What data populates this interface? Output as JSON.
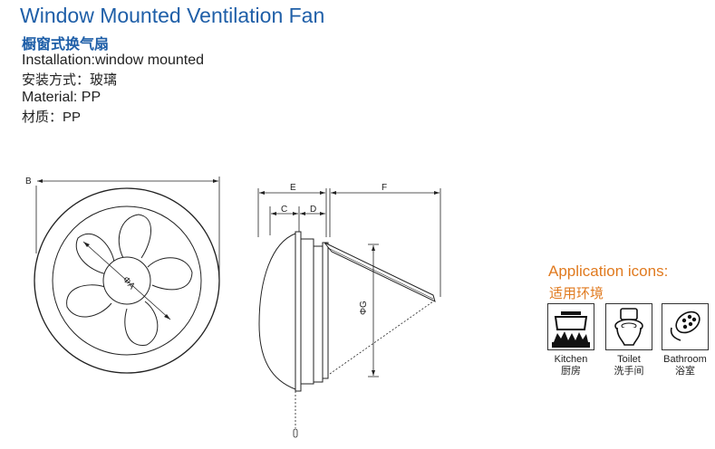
{
  "title": "Window Mounted Ventilation Fan",
  "subtitle_cn": "橱窗式换气扇",
  "specs": {
    "installation_en": "Installation:window mounted",
    "installation_cn": "安装方式：玻璃",
    "material_en": "Material: PP",
    "material_cn": "材质：PP"
  },
  "diagram": {
    "dims": {
      "B": "B",
      "A": "ΦA",
      "E": "E",
      "F": "F",
      "C": "C",
      "D": "D",
      "G": "ΦG"
    }
  },
  "application": {
    "title": "Application icons:",
    "title_cn": "适用环境",
    "items": [
      {
        "label": "Kitchen",
        "label_cn": "厨房",
        "icon": "kitchen-icon"
      },
      {
        "label": "Toilet",
        "label_cn": "洗手间",
        "icon": "toilet-icon"
      },
      {
        "label": "Bathroom",
        "label_cn": "浴室",
        "icon": "shower-icon"
      }
    ]
  }
}
